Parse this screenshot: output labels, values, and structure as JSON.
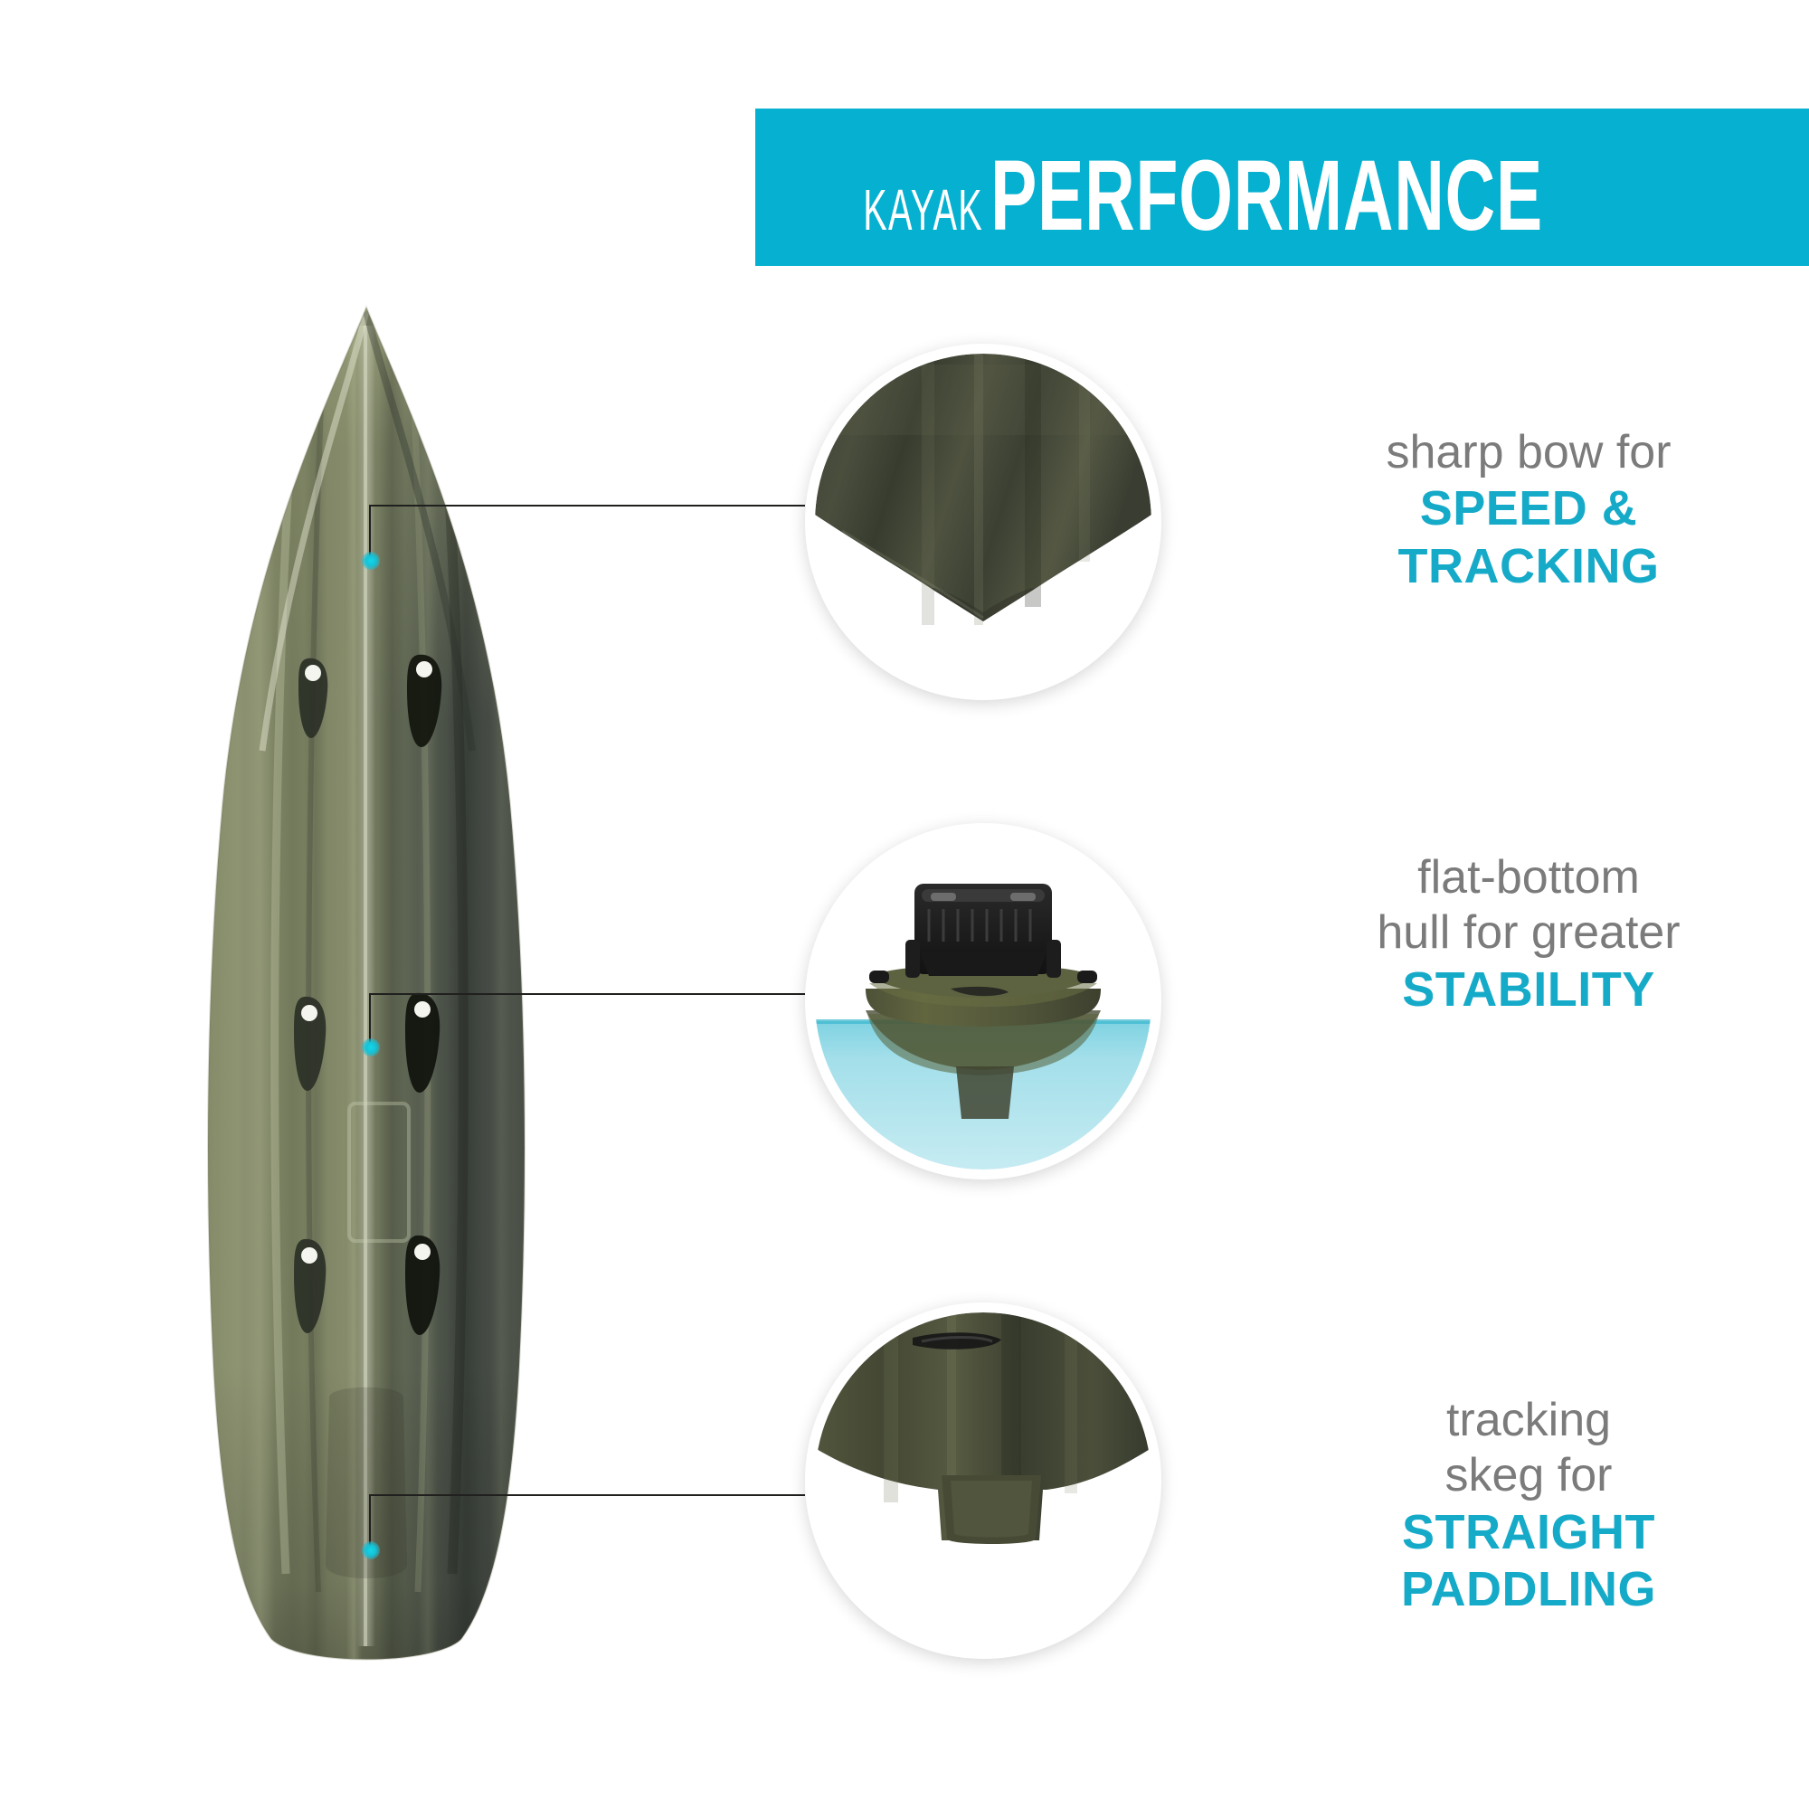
{
  "header": {
    "prefix": "KAYAK",
    "title": "PERFORMANCE",
    "background_color": "#06b0d0",
    "text_color": "#ffffff"
  },
  "palette": {
    "accent_teal": "#06b0d0",
    "heading_teal": "#16aac9",
    "body_gray": "#7b7b7b",
    "hull_olive": "#6f7452",
    "hull_dark": "#3b4038",
    "water_teal": "#a8dfe8",
    "marker_dot": "#13c3d8",
    "leader_line": "#20201f",
    "page_background": "#ffffff"
  },
  "product": {
    "name": "kayak-hull-bottom-view",
    "colorway": "olive camo"
  },
  "callouts": [
    {
      "id": "bow",
      "photo_name": "sharp-bow-hull-closeup",
      "lines": [
        {
          "text": "sharp bow for",
          "style": "lead"
        },
        {
          "text": "SPEED &",
          "style": "highlight"
        },
        {
          "text": "TRACKING",
          "style": "highlight"
        }
      ]
    },
    {
      "id": "hull",
      "photo_name": "flat-bottom-hull-in-water-closeup",
      "lines": [
        {
          "text": "flat-bottom",
          "style": "lead"
        },
        {
          "text": "hull for greater",
          "style": "lead"
        },
        {
          "text": "STABILITY",
          "style": "highlight"
        }
      ]
    },
    {
      "id": "skeg",
      "photo_name": "tracking-skeg-closeup",
      "lines": [
        {
          "text": "tracking",
          "style": "lead"
        },
        {
          "text": "skeg for",
          "style": "lead"
        },
        {
          "text": "STRAIGHT",
          "style": "highlight"
        },
        {
          "text": "PADDLING",
          "style": "highlight"
        }
      ]
    }
  ]
}
